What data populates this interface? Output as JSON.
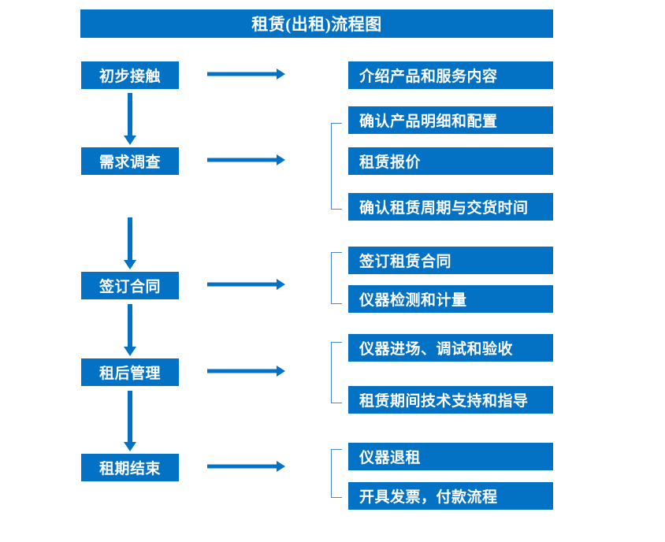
{
  "diagram": {
    "title": "租赁(出租)流程图",
    "accent_color": "#0472c4",
    "bracket_color": "#4a86c8",
    "background_color": "#ffffff",
    "text_color": "#ffffff",
    "stages": [
      {
        "label": "初步接触"
      },
      {
        "label": "需求调查"
      },
      {
        "label": "签订合同"
      },
      {
        "label": "租后管理"
      },
      {
        "label": "租期结束"
      }
    ],
    "details": [
      {
        "label": "介绍产品和服务内容"
      },
      {
        "label": "确认产品明细和配置"
      },
      {
        "label": "租赁报价"
      },
      {
        "label": "确认租赁周期与交货时间"
      },
      {
        "label": "签订租赁合同"
      },
      {
        "label": "仪器检测和计量"
      },
      {
        "label": "仪器进场、调试和验收"
      },
      {
        "label": "租赁期间技术支持和指导"
      },
      {
        "label": "仪器退租"
      },
      {
        "label": "开具发票，付款流程"
      }
    ]
  },
  "chart_data": {
    "type": "diagram",
    "title": "租赁(出租)流程图",
    "nodes": [
      {
        "id": "s1",
        "text": "初步接触",
        "column": "stage",
        "order": 1
      },
      {
        "id": "s2",
        "text": "需求调查",
        "column": "stage",
        "order": 2
      },
      {
        "id": "s3",
        "text": "签订合同",
        "column": "stage",
        "order": 3
      },
      {
        "id": "s4",
        "text": "租后管理",
        "column": "stage",
        "order": 4
      },
      {
        "id": "s5",
        "text": "租期结束",
        "column": "stage",
        "order": 5
      },
      {
        "id": "d1",
        "text": "介绍产品和服务内容",
        "column": "detail",
        "order": 1
      },
      {
        "id": "d2",
        "text": "确认产品明细和配置",
        "column": "detail",
        "order": 2
      },
      {
        "id": "d3",
        "text": "租赁报价",
        "column": "detail",
        "order": 3
      },
      {
        "id": "d4",
        "text": "确认租赁周期与交货时间",
        "column": "detail",
        "order": 4
      },
      {
        "id": "d5",
        "text": "签订租赁合同",
        "column": "detail",
        "order": 5
      },
      {
        "id": "d6",
        "text": "仪器检测和计量",
        "column": "detail",
        "order": 6
      },
      {
        "id": "d7",
        "text": "仪器进场、调试和验收",
        "column": "detail",
        "order": 7
      },
      {
        "id": "d8",
        "text": "租赁期间技术支持和指导",
        "column": "detail",
        "order": 8
      },
      {
        "id": "d9",
        "text": "仪器退租",
        "column": "detail",
        "order": 9
      },
      {
        "id": "d10",
        "text": "开具发票，付款流程",
        "column": "detail",
        "order": 10
      }
    ],
    "edges": [
      {
        "from": "s1",
        "to": "s2",
        "type": "vertical-arrow"
      },
      {
        "from": "s2",
        "to": "s3",
        "type": "vertical-arrow"
      },
      {
        "from": "s3",
        "to": "s4",
        "type": "vertical-arrow"
      },
      {
        "from": "s4",
        "to": "s5",
        "type": "vertical-arrow"
      },
      {
        "from": "s1",
        "to": "d1",
        "type": "horizontal-arrow"
      },
      {
        "from": "s2",
        "to": [
          "d2",
          "d3",
          "d4"
        ],
        "type": "horizontal-arrow-bracket"
      },
      {
        "from": "s3",
        "to": [
          "d5",
          "d6"
        ],
        "type": "horizontal-arrow-bracket"
      },
      {
        "from": "s4",
        "to": [
          "d7",
          "d8"
        ],
        "type": "horizontal-arrow-bracket"
      },
      {
        "from": "s5",
        "to": [
          "d9",
          "d10"
        ],
        "type": "horizontal-arrow-bracket"
      }
    ]
  }
}
